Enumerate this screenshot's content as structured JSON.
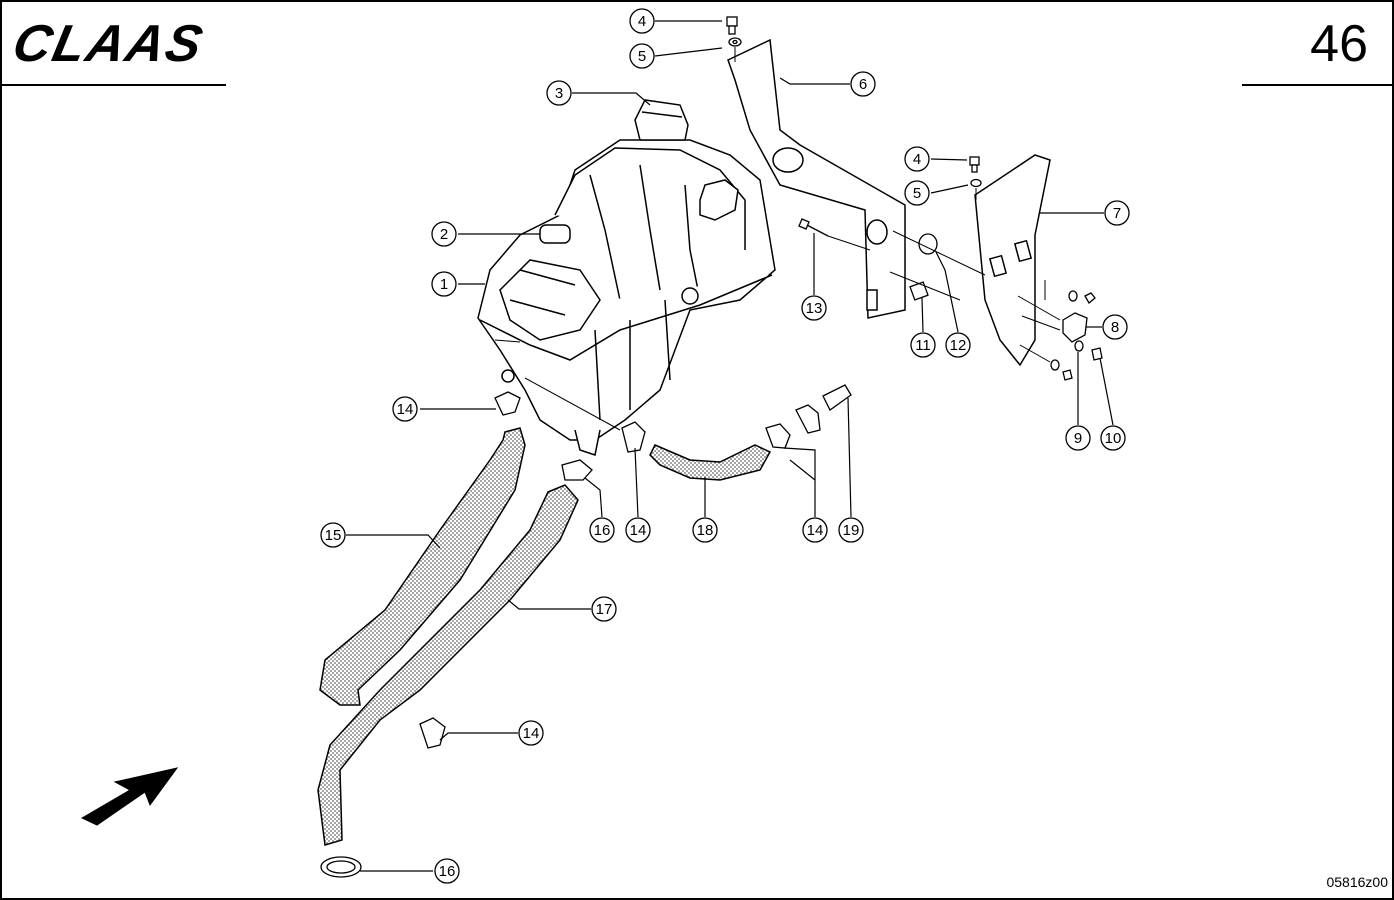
{
  "header": {
    "brand": "CLAAS",
    "page_number": "46"
  },
  "footer": {
    "drawing_number": "05816z00"
  },
  "callouts": [
    "1",
    "2",
    "3",
    "4",
    "5",
    "6",
    "7",
    "8",
    "9",
    "10",
    "11",
    "12",
    "13",
    "14",
    "15",
    "16",
    "17",
    "18",
    "19"
  ]
}
